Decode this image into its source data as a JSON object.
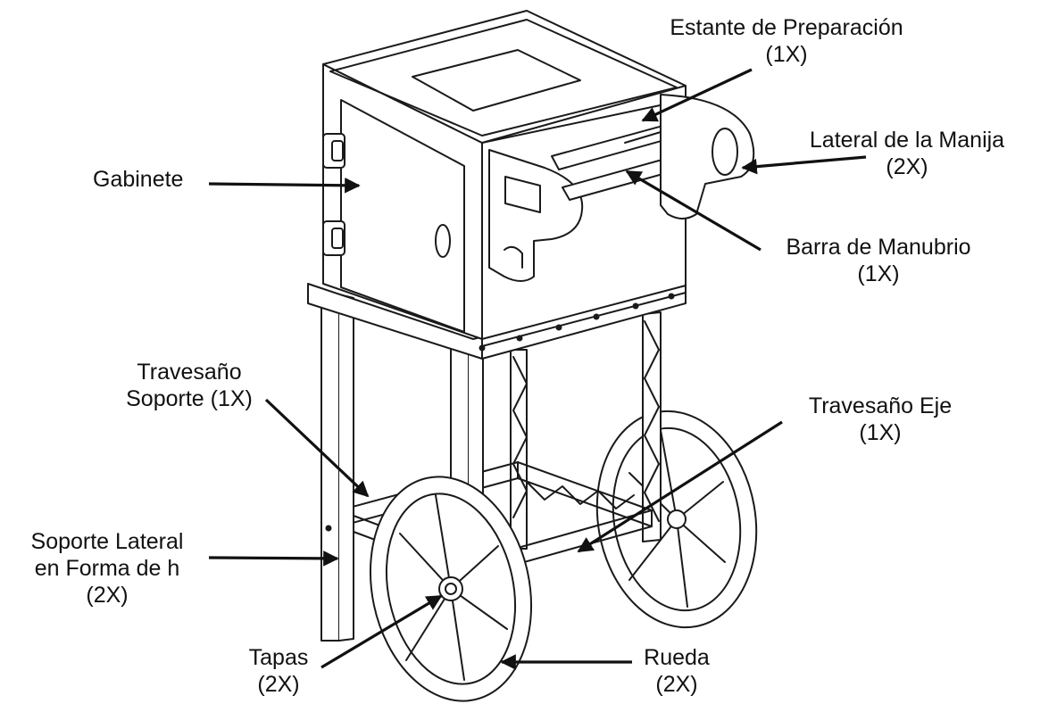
{
  "labels": {
    "prep_shelf": {
      "line1": "Estante de Preparación",
      "line2": "(1X)"
    },
    "handle_side": {
      "line1": "Lateral de la Manija",
      "line2": "(2X)"
    },
    "cabinet": {
      "line1": "Gabinete"
    },
    "handlebar": {
      "line1": "Barra de Manubrio",
      "line2": "(1X)"
    },
    "cross_support": {
      "line1": "Travesaño",
      "line2": "Soporte (1X)"
    },
    "axle_cross": {
      "line1": "Travesaño Eje",
      "line2": "(1X)"
    },
    "h_side": {
      "line1": "Soporte Lateral",
      "line2": "en Forma de h",
      "line3": "(2X)"
    },
    "caps": {
      "line1": "Tapas",
      "line2": "(2X)"
    },
    "wheel": {
      "line1": "Rueda",
      "line2": "(2X)"
    }
  }
}
